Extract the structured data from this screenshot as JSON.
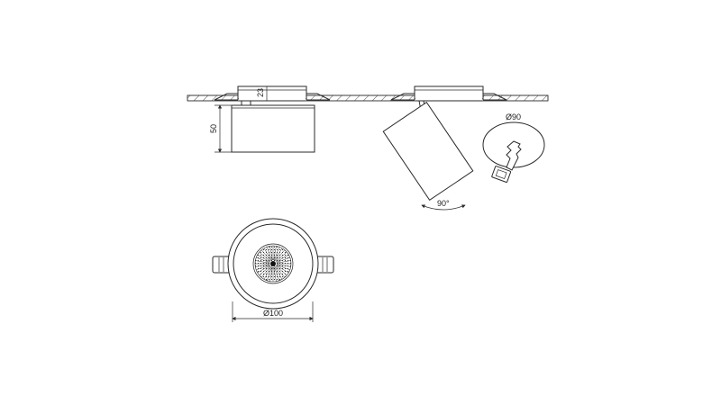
{
  "dimensions": {
    "trim_height": "23",
    "body_height": "50",
    "cutout_diameter": "Ø90",
    "body_diameter": "Ø100",
    "tilt_angle": "90°"
  }
}
